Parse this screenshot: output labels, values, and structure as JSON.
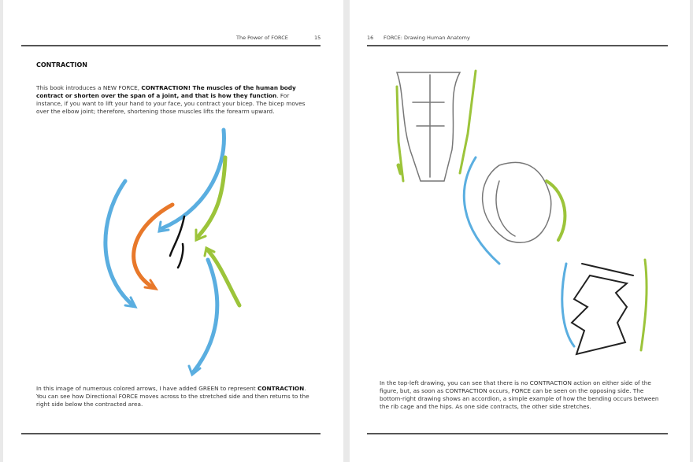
{
  "left_page": {
    "header_title": "The Power of FORCE",
    "page_number": "15",
    "heading": "CONTRACTION",
    "intro": {
      "p1": "This book introduces a NEW FORCE, ",
      "b1": "CONTRACTION! The muscles of the human body contract or shorten over the span of a joint, and that is how they function",
      "p2": ". For instance, if you want to lift your hand to your face, you contract your bicep. The bicep moves over the elbow joint; therefore, shortening those muscles lifts the forearm upward."
    },
    "caption": {
      "p1": "In this image of numerous colored arrows, I have added GREEN to represent ",
      "b1": "CONTRACTION",
      "p2": ". You can see how Directional FORCE moves across to the stretched side and then returns to the right side below the contracted area."
    }
  },
  "right_page": {
    "page_number": "16",
    "header_title": "FORCE: Drawing Human Anatomy",
    "caption": "In the top-left drawing, you can see that there is no CONTRACTION action on either side of the figure, but, as soon as CONTRACTION occurs, FORCE can be seen on the opposing side. The bottom-right drawing shows an accordion, a simple example of how the bending occurs between the rib cage and the hips. As one side contracts, the other side stretches."
  },
  "colors": {
    "blue": "#5aaee0",
    "orange": "#e8782a",
    "green": "#9cc43a"
  }
}
